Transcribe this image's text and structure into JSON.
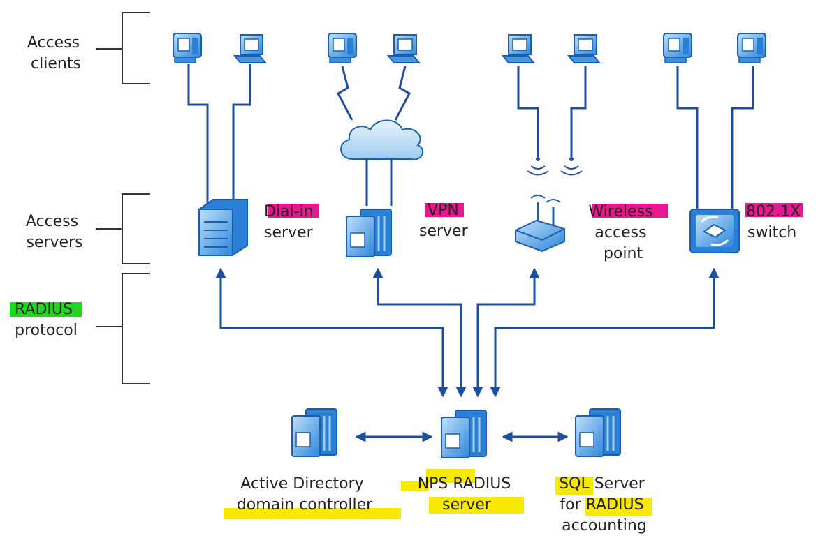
{
  "tiers": {
    "clients": [
      "Access",
      "clients"
    ],
    "servers": [
      "Access",
      "servers"
    ],
    "protocol": [
      "RADIUS",
      "protocol"
    ]
  },
  "access_servers": [
    {
      "name": "dial-in-server",
      "lines": [
        "Dial-in",
        "server"
      ]
    },
    {
      "name": "vpn-server",
      "lines": [
        "VPN",
        "server"
      ]
    },
    {
      "name": "wireless-access-point",
      "lines": [
        "Wireless",
        "access",
        "point"
      ]
    },
    {
      "name": "8021x-switch",
      "lines": [
        "802.1X",
        "switch"
      ]
    }
  ],
  "backend": [
    {
      "name": "active-directory",
      "lines": [
        "Active Directory",
        "domain controller"
      ]
    },
    {
      "name": "nps-radius-server",
      "lines": [
        "NPS RADIUS",
        "server"
      ]
    },
    {
      "name": "sql-server",
      "lines": [
        "SQL Server",
        "for RADIUS",
        "accounting"
      ]
    }
  ],
  "colors": {
    "device_blue": "#1e78d2",
    "device_light": "#8cc6f2",
    "line_blue": "#1d4fa0",
    "highlight_pink": "#e6178f",
    "highlight_green": "#22d81f",
    "highlight_yellow": "#f7ea00"
  }
}
